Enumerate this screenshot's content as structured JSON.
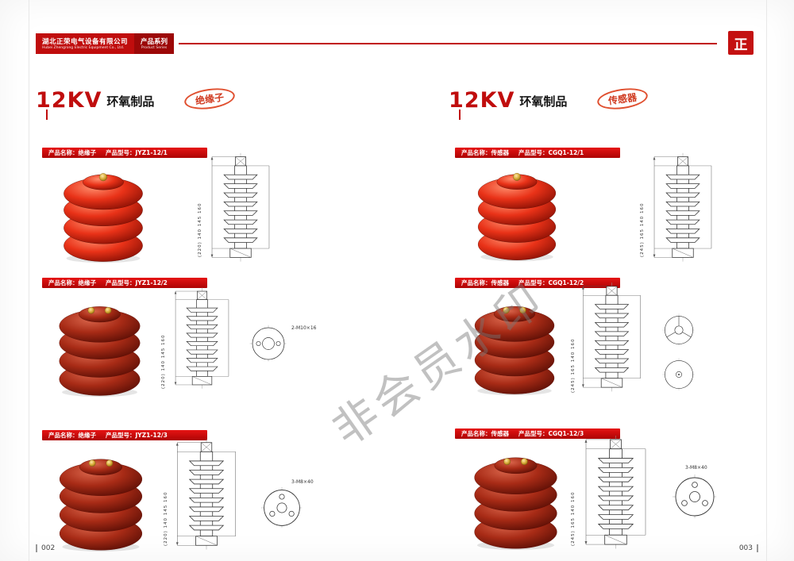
{
  "header": {
    "company_cn": "湖北正荣电气设备有限公司",
    "company_en": "Hubei Zhengrong Electric Equipment Co., Ltd.",
    "series_cn": "产品系列",
    "series_en": "Product Series"
  },
  "logo_text": "正",
  "watermark": "非会员水印",
  "colors": {
    "accent": "#c00d0d",
    "product_red_bright": "#e93218",
    "product_red_dark": "#a82b16",
    "stamp_red": "#d03a20"
  },
  "pages": [
    {
      "kv": "12KV",
      "category": "环氧制品",
      "stamp": "绝缘子",
      "page_no": "002",
      "products": [
        {
          "name": "产品名称：绝缘子",
          "model": "产品型号：JYZ1-12/1",
          "dims": "(220)  140  145  160",
          "callout": ""
        },
        {
          "name": "产品名称：绝缘子",
          "model": "产品型号：JYZ1-12/2",
          "dims": "(220)  140  145  160",
          "callout": "2-M10×16"
        },
        {
          "name": "产品名称：绝缘子",
          "model": "产品型号：JYZ1-12/3",
          "dims": "(220)  140  145  160",
          "callout": "3-M8×40"
        }
      ]
    },
    {
      "kv": "12KV",
      "category": "环氧制品",
      "stamp": "传感器",
      "page_no": "003",
      "products": [
        {
          "name": "产品名称：传感器",
          "model": "产品型号：CGQ1-12/1",
          "dims": "(245)  165  140  160",
          "callout": ""
        },
        {
          "name": "产品名称：传感器",
          "model": "产品型号：CGQ1-12/2",
          "dims": "(245)  165  140  160",
          "callout": ""
        },
        {
          "name": "产品名称：传感器",
          "model": "产品型号：CGQ1-12/3",
          "dims": "(245)  165  140  160",
          "callout": "3-M8×40"
        }
      ]
    }
  ]
}
